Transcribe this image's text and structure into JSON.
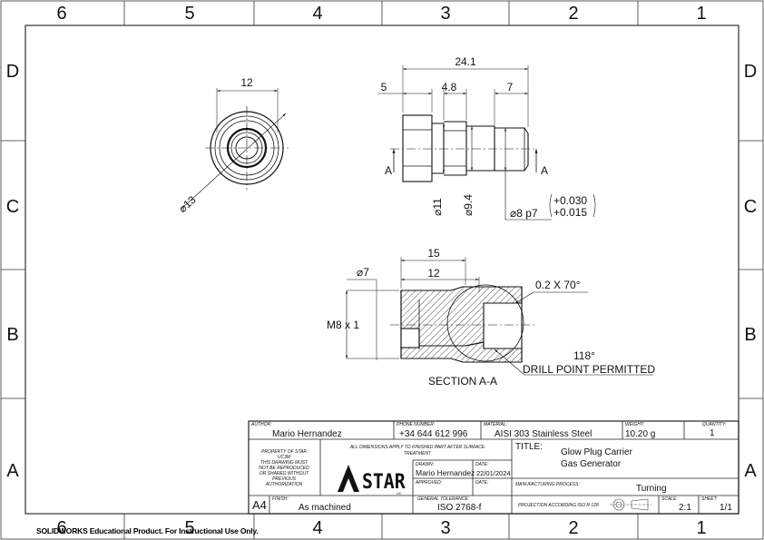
{
  "zones": {
    "cols": [
      "6",
      "5",
      "4",
      "3",
      "2",
      "1"
    ],
    "rows": [
      "D",
      "C",
      "B",
      "A"
    ]
  },
  "dimensions": {
    "front_width": "12",
    "front_diameter": "⌀13",
    "overall_length": "24.1",
    "hex_length": "5",
    "mid_length": "4.8",
    "spigot_length": "7",
    "dia_11": "⌀11",
    "dia_94": "⌀9.4",
    "dia_8p7": "⌀8 p7",
    "tol_upper": "+0.030",
    "tol_lower": "+0.015",
    "sec_len_15": "15",
    "sec_len_12": "12",
    "sec_dia_7": "⌀7",
    "thread": "M8 x 1",
    "chamfer": "0.2 X 70°",
    "drill_angle": "118°",
    "drill_note": "DRILL POINT PERMITTED",
    "section_label": "SECTION A-A",
    "section_mark": "A"
  },
  "title_block": {
    "author_label": "AUTHOR:",
    "author": "Mario Hernandez",
    "phone_label": "PHONE NUMBER:",
    "phone": "+34 644 612 996",
    "material_label": "MATERIAL:",
    "material": "AISI 303 Stainless Steel",
    "weight_label": "WEIGHT:",
    "weight": "10.20 g",
    "quantity_label": "QUANTITY:",
    "quantity": "1",
    "property_lines": [
      "PROPERTY OF STAR",
      "UC3M",
      "THIS DRAWING MUST",
      "NOT BE REPRODUCED",
      "OR SHARED WITHOUT",
      "PREVIOUS",
      "AUTHORIZATION"
    ],
    "dims_note_lines": [
      "ALL DIMENSIONS APPLY TO FINISHED PART AFTER SURFACE",
      "TREATMENT"
    ],
    "logo_text": "STAR",
    "logo_sub": "UC",
    "drawn_label": "DRAWN:",
    "drawn_by": "Mario Hernandez",
    "date_label": "DATE:",
    "date": "22/01/2024",
    "approved_label": "APPROVED:",
    "date2_label": "DATE:",
    "title_label": "TITLE:",
    "title_lines": [
      "Glow Plug Carrier",
      "Gas Generator"
    ],
    "process_label": "MANUFACTURING PROCESS:",
    "process": "Turning",
    "size": "A4",
    "finish_label": "FINISH:",
    "finish": "As machined",
    "tolerance_label": "GENERAL TOLERANCE:",
    "tolerance": "ISO 2768-f",
    "projection_label": "PROJECTION ACCORDING ISO R 128",
    "scale_label": "SCALE:",
    "scale": "2:1",
    "sheet_label": "SHEET:",
    "sheet": "1/1"
  },
  "watermark": "SOLIDWORKS Educational Product. For Instructional Use Only."
}
